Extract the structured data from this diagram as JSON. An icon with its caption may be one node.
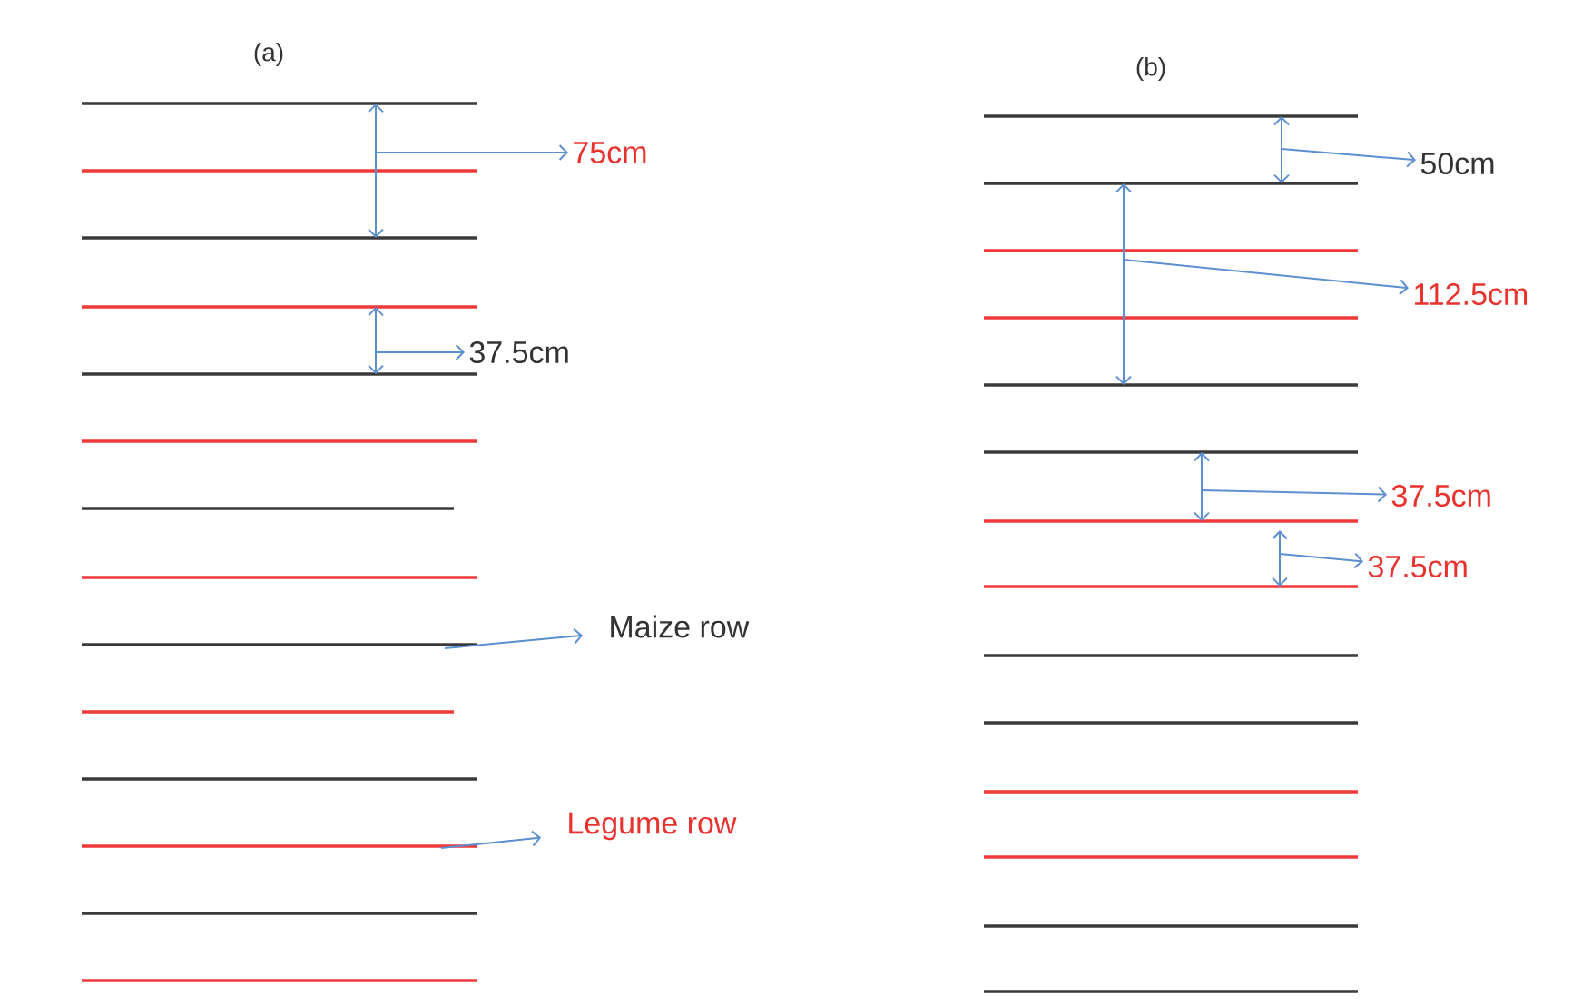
{
  "diagram": {
    "nodes": [
      {
        "text": [
          "75cm"
        ]
      },
      {
        "text": [
          "37.5cm"
        ]
      },
      {
        "text": [
          "Maize row"
        ]
      },
      {
        "text": [
          "Legume row"
        ]
      },
      {
        "text": [
          "50cm"
        ]
      },
      {
        "text": [
          "112.5cm"
        ]
      },
      {
        "text": [
          "37.5cm"
        ]
      },
      {
        "text": [
          "37.5cm"
        ]
      }
    ],
    "edges": [
      {
        "from": null,
        "to": 0,
        "arrow": "to"
      },
      {
        "from": null,
        "to": 1,
        "arrow": "to"
      },
      {
        "from": null,
        "to": 2,
        "arrow": "to"
      },
      {
        "from": null,
        "to": 3,
        "arrow": "to"
      },
      {
        "from": null,
        "to": 4,
        "arrow": "to"
      },
      {
        "from": null,
        "to": 5,
        "arrow": "to"
      },
      {
        "from": null,
        "to": 6,
        "arrow": "to"
      },
      {
        "from": null,
        "to": 7,
        "arrow": "to"
      }
    ],
    "labels": [
      "(a)",
      "(b)"
    ]
  }
}
